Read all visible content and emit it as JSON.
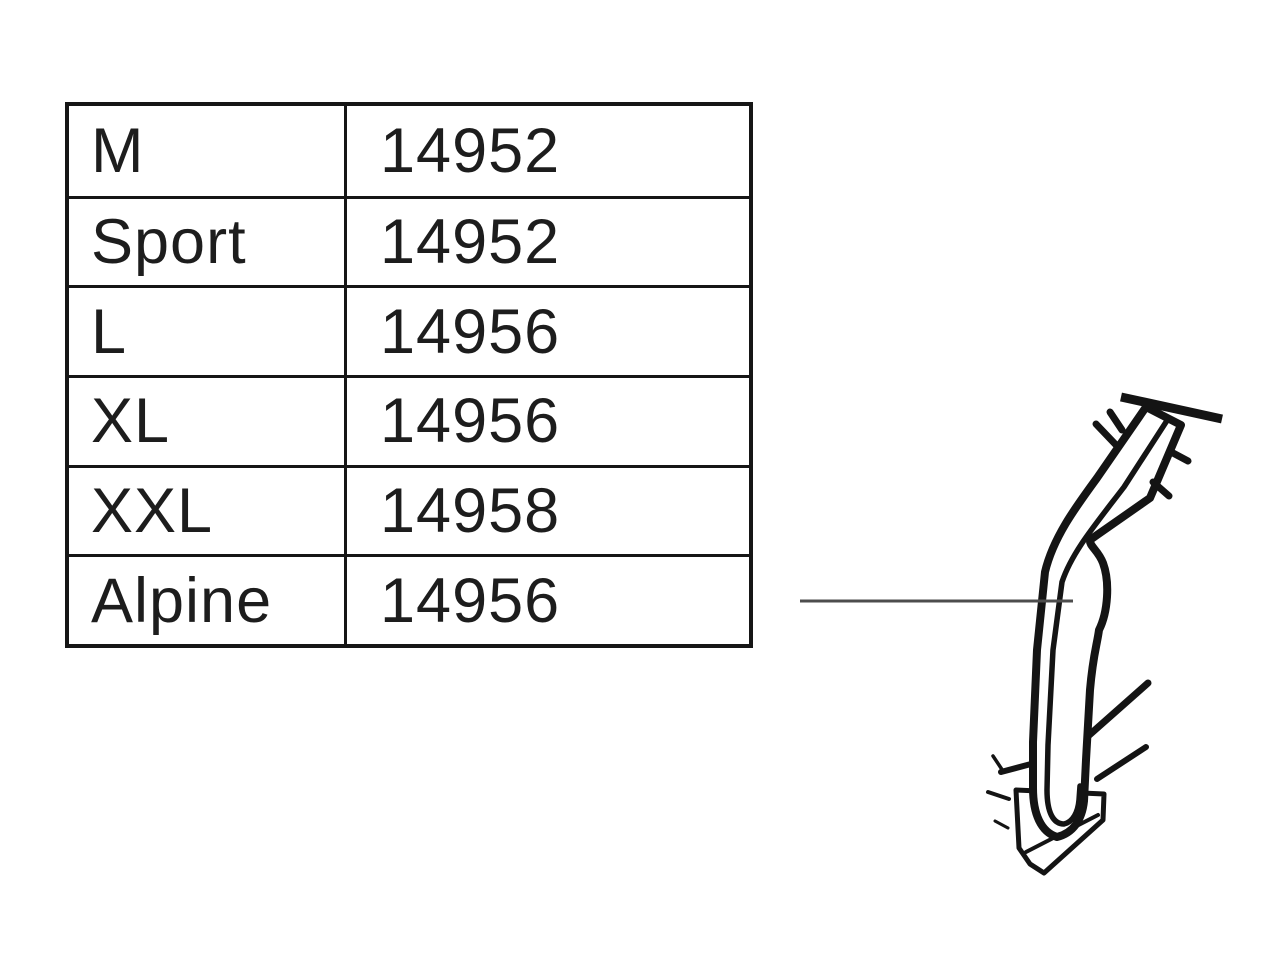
{
  "page": {
    "background_color": "#ffffff",
    "line_color": "#161616"
  },
  "table": {
    "columns": [
      "size",
      "part_number"
    ],
    "rows": [
      {
        "size": "M",
        "part_number": "14952"
      },
      {
        "size": "Sport",
        "part_number": "14952"
      },
      {
        "size": "L",
        "part_number": "14956"
      },
      {
        "size": "XL",
        "part_number": "14956"
      },
      {
        "size": "XXL",
        "part_number": "14958"
      },
      {
        "size": "Alpine",
        "part_number": "14956"
      }
    ],
    "border_color": "#161616",
    "text_color": "#1d1d1d"
  },
  "illustration": {
    "name": "frame-holder-strap-line-drawing",
    "stroke_color": "#141414",
    "leader_line_color": "#4d4d4d"
  }
}
